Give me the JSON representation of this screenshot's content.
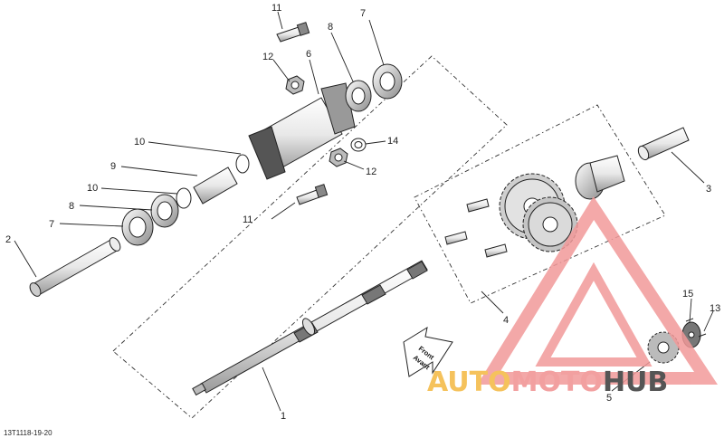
{
  "figure_code": "13T1118-19-20",
  "front_arrow": {
    "line1": "Front",
    "line2": "Avant"
  },
  "watermark": {
    "part1": "AUTO",
    "part2": "MOTO",
    "part3": "HUB",
    "color1": "#f5c25c",
    "color2": "#f2a0a0",
    "color3": "#555555"
  },
  "callouts": [
    {
      "id": "c1",
      "text": "1"
    },
    {
      "id": "c2",
      "text": "2"
    },
    {
      "id": "c3",
      "text": "3"
    },
    {
      "id": "c4",
      "text": "4"
    },
    {
      "id": "c5",
      "text": "5"
    },
    {
      "id": "c6",
      "text": "6"
    },
    {
      "id": "c7a",
      "text": "7"
    },
    {
      "id": "c7b",
      "text": "7"
    },
    {
      "id": "c8a",
      "text": "8"
    },
    {
      "id": "c8b",
      "text": "8"
    },
    {
      "id": "c9",
      "text": "9"
    },
    {
      "id": "c10a",
      "text": "10"
    },
    {
      "id": "c10b",
      "text": "10"
    },
    {
      "id": "c11a",
      "text": "11"
    },
    {
      "id": "c11b",
      "text": "11"
    },
    {
      "id": "c12a",
      "text": "12"
    },
    {
      "id": "c12b",
      "text": "12"
    },
    {
      "id": "c13",
      "text": "13"
    },
    {
      "id": "c14",
      "text": "14"
    },
    {
      "id": "c15",
      "text": "15"
    }
  ]
}
